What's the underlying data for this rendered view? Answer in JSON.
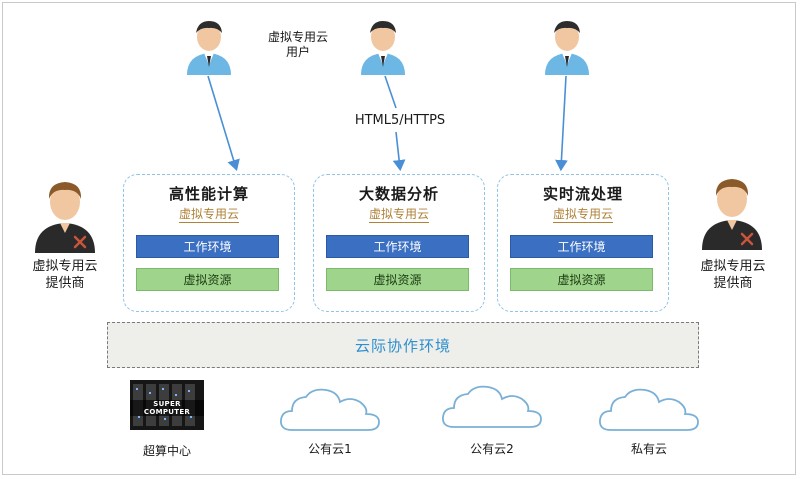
{
  "users": {
    "label_line1": "虚拟专用云",
    "label_line2": "用户"
  },
  "protocol_label": "HTML5/HTTPS",
  "providers": {
    "left": {
      "line1": "虚拟专用云",
      "line2": "提供商"
    },
    "right": {
      "line1": "虚拟专用云",
      "line2": "提供商"
    }
  },
  "panels": [
    {
      "title": "高性能计算",
      "subtitle": "虚拟专用云",
      "env": "工作环境",
      "resource": "虚拟资源"
    },
    {
      "title": "大数据分析",
      "subtitle": "虚拟专用云",
      "env": "工作环境",
      "resource": "虚拟资源"
    },
    {
      "title": "实时流处理",
      "subtitle": "虚拟专用云",
      "env": "工作环境",
      "resource": "虚拟资源"
    }
  ],
  "collab_band": "云际协作环境",
  "bottom": {
    "supercomputer_caption": "SUPER COMPUTER",
    "supercomputer_label": "超算中心",
    "cloud1": "公有云1",
    "cloud2": "公有云2",
    "cloud3": "私有云"
  },
  "colors": {
    "blue_bar": "#3a6fc1",
    "green_bar": "#9fd48c",
    "panel_border": "#8cc3e6",
    "arrow": "#4a8fd6",
    "band_text": "#2e8fcf",
    "subtitle": "#b0823a"
  }
}
